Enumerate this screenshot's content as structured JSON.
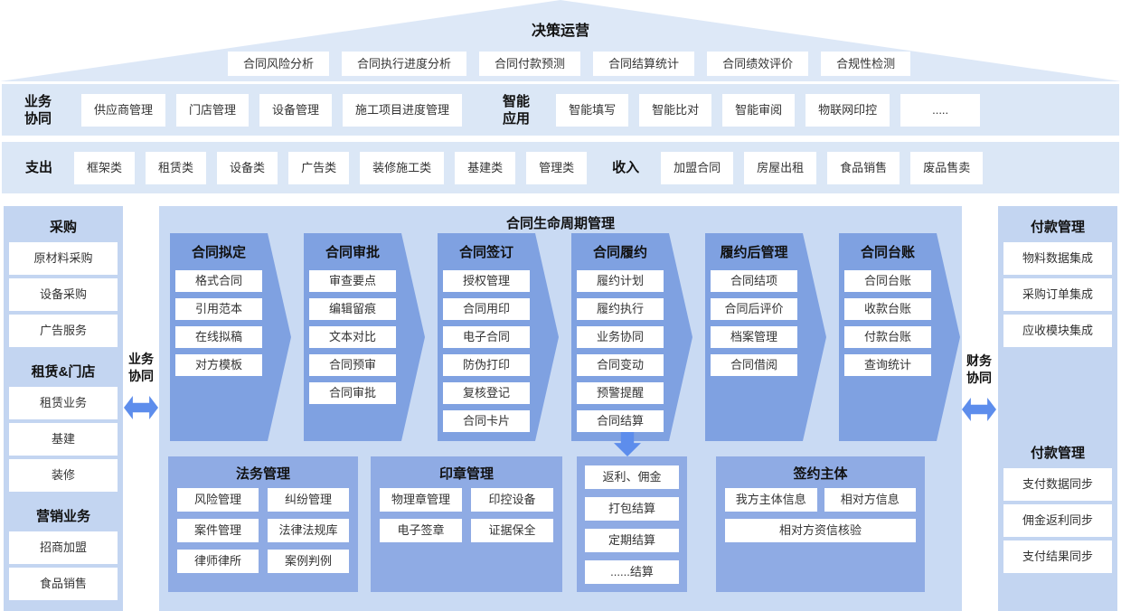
{
  "colors": {
    "band_bg": "#dbe7f6",
    "panel_bg": "#c9daf3",
    "sidebar_bg": "#c3d5f1",
    "chevron_bg": "#7fa1e1",
    "block_bg": "#8fabe4",
    "arrow_blue": "#5d8dec",
    "box_bg": "#ffffff"
  },
  "roof": {
    "title": "决策运营",
    "boxes": [
      "合同风险分析",
      "合同执行进度分析",
      "合同付款预测",
      "合同结算统计",
      "合同绩效评价",
      "合规性检测"
    ]
  },
  "band_collab": {
    "left_label": "业务协同",
    "left_chips": [
      "供应商管理",
      "门店管理",
      "设备管理",
      "施工项目进度管理"
    ],
    "right_label": "智能应用",
    "right_chips": [
      "智能填写",
      "智能比对",
      "智能审阅",
      "物联网印控",
      "....."
    ]
  },
  "band_money": {
    "left_label": "支出",
    "left_chips": [
      "框架类",
      "租赁类",
      "设备类",
      "广告类",
      "装修施工类",
      "基建类",
      "管理类"
    ],
    "right_label": "收入",
    "right_chips": [
      "加盟合同",
      "房屋出租",
      "食品销售",
      "废品售卖"
    ]
  },
  "left_sidebar": {
    "sections": [
      {
        "title": "采购",
        "items": [
          "原材料采购",
          "设备采购",
          "广告服务"
        ]
      },
      {
        "title": "租赁&门店",
        "items": [
          "租赁业务",
          "基建",
          "装修"
        ]
      },
      {
        "title": "营销业务",
        "items": [
          "招商加盟",
          "食品销售"
        ]
      }
    ]
  },
  "connectors": {
    "left": "业务协同",
    "right": "财务协同"
  },
  "main": {
    "title": "合同生命周期管理",
    "columns": [
      {
        "title": "合同拟定",
        "items": [
          "格式合同",
          "引用范本",
          "在线拟稿",
          "对方模板"
        ]
      },
      {
        "title": "合同审批",
        "items": [
          "审查要点",
          "编辑留痕",
          "文本对比",
          "合同预审",
          "合同审批"
        ]
      },
      {
        "title": "合同签订",
        "items": [
          "授权管理",
          "合同用印",
          "电子合同",
          "防伪打印",
          "复核登记",
          "合同卡片"
        ]
      },
      {
        "title": "合同履约",
        "items": [
          "履约计划",
          "履约执行",
          "业务协同",
          "合同变动",
          "预警提醒",
          "合同结算"
        ]
      },
      {
        "title": "履约后管理",
        "items": [
          "合同结项",
          "合同后评价",
          "档案管理",
          "合同借阅"
        ]
      },
      {
        "title": "合同台账",
        "items": [
          "合同台账",
          "收款台账",
          "付款台账",
          "查询统计"
        ]
      }
    ],
    "legal_block": {
      "title": "法务管理",
      "items": [
        "风险管理",
        "纠纷管理",
        "案件管理",
        "法律法规库",
        "律师律所",
        "案例判例"
      ]
    },
    "seal_block": {
      "title": "印章管理",
      "items": [
        "物理章管理",
        "印控设备",
        "电子签章",
        "证据保全"
      ]
    },
    "rebate_block": {
      "items": [
        "返利、佣金",
        "打包结算",
        "定期结算",
        "......结算"
      ]
    },
    "subject_block": {
      "title": "签约主体",
      "items": [
        "我方主体信息",
        "相对方信息",
        "相对方资信核验"
      ]
    }
  },
  "right_sidebar": {
    "sections": [
      {
        "title": "付款管理",
        "items": [
          "物料数据集成",
          "采购订单集成",
          "应收模块集成"
        ]
      },
      {
        "title": "付款管理",
        "items": [
          "支付数据同步",
          "佣金返利同步",
          "支付结果同步"
        ]
      }
    ]
  }
}
